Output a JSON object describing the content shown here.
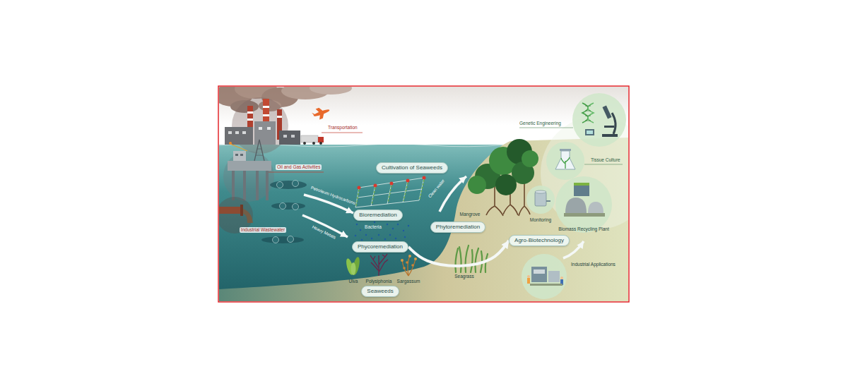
{
  "diagram": {
    "nodes": [
      {
        "text": [
          "Cultivation of Seaweeds"
        ]
      },
      {
        "text": [
          "Bioremediation"
        ]
      },
      {
        "text": [
          "Phycoremediation"
        ]
      },
      {
        "text": [
          "Seaweeds"
        ]
      },
      {
        "text": [
          "Phytoremediation"
        ]
      },
      {
        "text": [
          "Agro-Biotechnology"
        ]
      }
    ],
    "edges": [
      {
        "from": 2,
        "to": 5,
        "arrow": "to"
      }
    ],
    "labels": [
      "Transportation",
      "Oil and Gas Activities",
      "Industrial Wastewater",
      "Petroleum Hydrocarbons",
      "Heavy Metals",
      "Bacteria",
      "Ulva",
      "Polysiphonia",
      "Sargassum",
      "Clean water",
      "Mangrove",
      "Seagrass",
      "Genetic Engineering",
      "Tissue Culture",
      "Monitoring",
      "Biomass Recycling Plant",
      "Industrial Applications"
    ]
  }
}
